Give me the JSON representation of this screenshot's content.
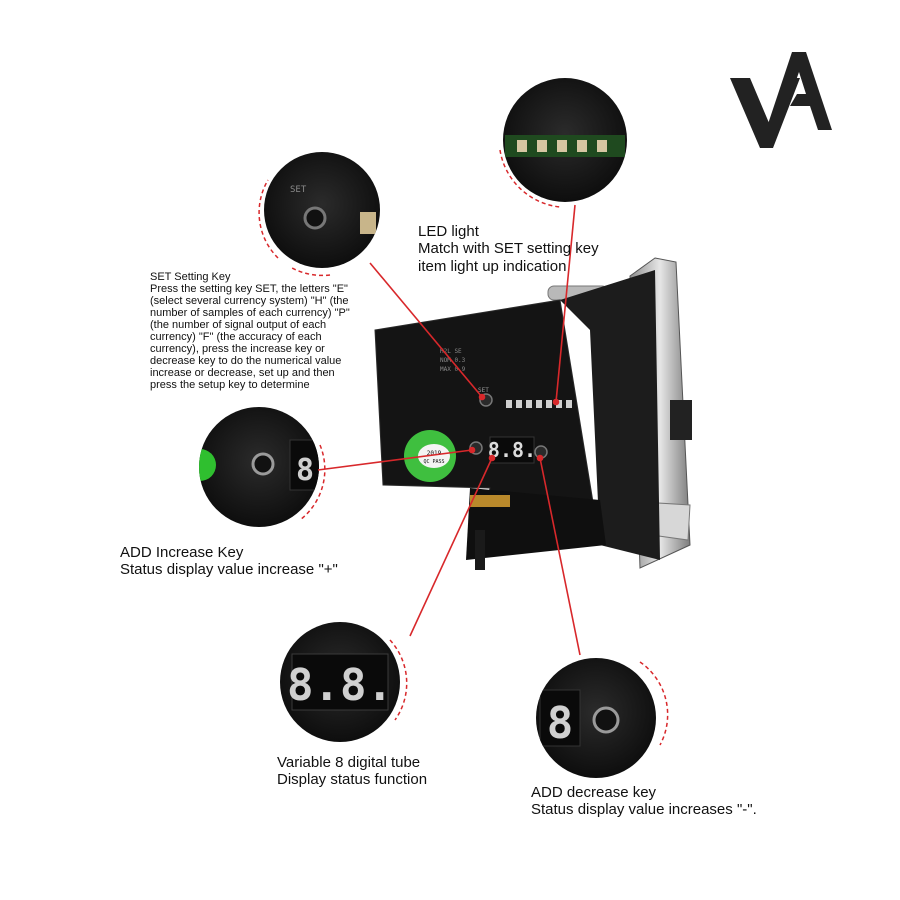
{
  "brand": {
    "logo_text": "VA"
  },
  "device": {
    "set_text": "SET",
    "qc_sticker": {
      "year": "2019",
      "text": "QC PASS"
    },
    "display_digits": "8.8.",
    "panel_labels": [
      "H2L SE",
      "NOM 0.3",
      "MAX 0.9"
    ]
  },
  "callouts": {
    "set_key": {
      "title": "SET Setting Key",
      "description": "Press the setting key SET, the letters \"E\" (select several currency system) \"H\" (the number of samples of each currency) \"P\" (the number of signal output of each currency) \"F\" (the accuracy of each currency), press the increase key or decrease key to do the numerical value increase or decrease, set up and then press the setup key to determine"
    },
    "led_light": {
      "title": "LED light",
      "description": "Match with SET setting key item light up indication"
    },
    "add_increase": {
      "title": "ADD Increase Key",
      "description": "Status display value increase \"+\""
    },
    "digital_tube": {
      "title": "Variable 8 digital tube",
      "description": "Display status function"
    },
    "add_decrease": {
      "title": "ADD decrease key",
      "description": "Status display value increases \"-\"."
    }
  },
  "colors": {
    "leader_line": "#d8282b",
    "panel": "#141414",
    "led_green": "#3cc43c",
    "sticker_green": "#3fbf3f",
    "metal": "#c9c9c9"
  }
}
